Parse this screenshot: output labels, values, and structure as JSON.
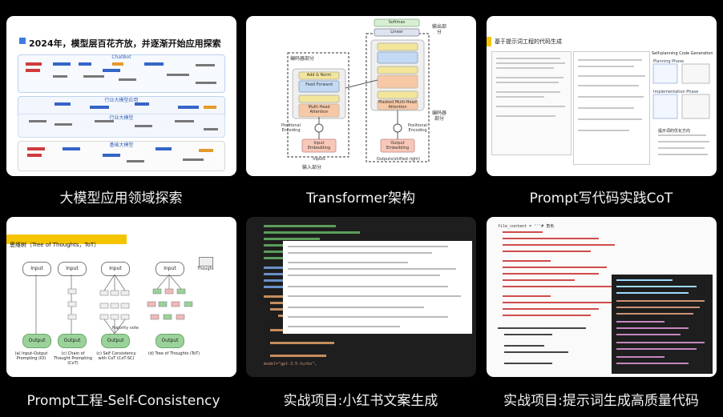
{
  "cards": [
    {
      "caption": "大模型应用领域探索",
      "thumb_title": "2024年，模型层百花齐放，并逐渐开始应用探索",
      "band_labels": [
        "ChatBot",
        "行业大模型应用",
        "行业大模型",
        "基础大模型"
      ]
    },
    {
      "caption": "Transformer架构",
      "labels": {
        "encoder": "编码器部分",
        "decoder": "编码器部分",
        "output_part": "输出部分",
        "input_part": "输入部分",
        "softmax": "Softmax",
        "linear": "Linear",
        "add_norm": "Add & Norm",
        "feed_forward": "Feed Forward",
        "mha": "Multi-Head Attention",
        "masked_mha": "Masked Multi-Head Attention",
        "input_embedding": "Input Embedding",
        "output_embedding": "Output Embedding",
        "positional_encoding": "Positional Encoding",
        "inputs": "Inputs",
        "outputs": "Outputs(shifted right)"
      }
    },
    {
      "caption": "Prompt写代码实践CoT",
      "thumb_title": "基于提示词工程的代码生成",
      "side_heading": "Self-planning Code Generation",
      "phases": [
        "Planning Phase",
        "Implementation Phase"
      ],
      "bullet_heading": "提示词的优化方向"
    },
    {
      "caption": "Prompt工程-Self-Consistency",
      "thumb_title": "思维树（Tree of Thoughts，ToT）",
      "node_input": "Input",
      "node_output": "Output",
      "thought": "Thought",
      "majority_vote": "Majority vote",
      "sublabels": [
        "(a) Input-Output Prompting (IO)",
        "(c) Chain of Thought Prompting (CoT)",
        "(c) Self Consistency with CoT (CoT-SC)",
        "(d) Tree of Thoughts (ToT)"
      ]
    },
    {
      "caption": "实战项目:小红书文案生成",
      "code_sample": "model=\"gpt-3.5-turbo\","
    },
    {
      "caption": "实战项目:提示词生成高质量代码",
      "code_sample": "file_content = '''# 角色"
    }
  ],
  "colors": {
    "background": "#000000",
    "caption_text": "#f2f2f2",
    "accent_blue": "#3f7be0",
    "accent_yellow": "#f5c400",
    "tot_green": "#9ad29a",
    "tot_pink": "#f2b8b8"
  }
}
